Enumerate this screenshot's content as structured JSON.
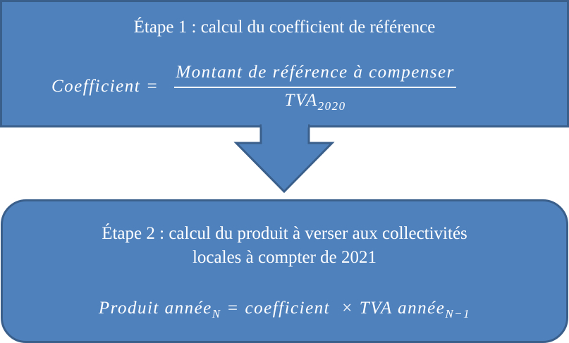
{
  "step1": {
    "title": "Étape 1 : calcul du coefficient de référence",
    "lhs": "Coefficient =",
    "numerator": "Montant de référence à compenser",
    "denominator": "TVA",
    "denominator_sub": "2020"
  },
  "step2": {
    "title_line1": "Étape 2 : calcul du produit à verser aux collectivités",
    "title_line2": "locales à compter de 2021",
    "f_part1": "Produit année",
    "f_sub1": "N",
    "f_part2": " = coefficient  × TVA année",
    "f_sub2": "N−1"
  },
  "colors": {
    "fill": "#4f81bd",
    "border": "#3a5f8b"
  }
}
